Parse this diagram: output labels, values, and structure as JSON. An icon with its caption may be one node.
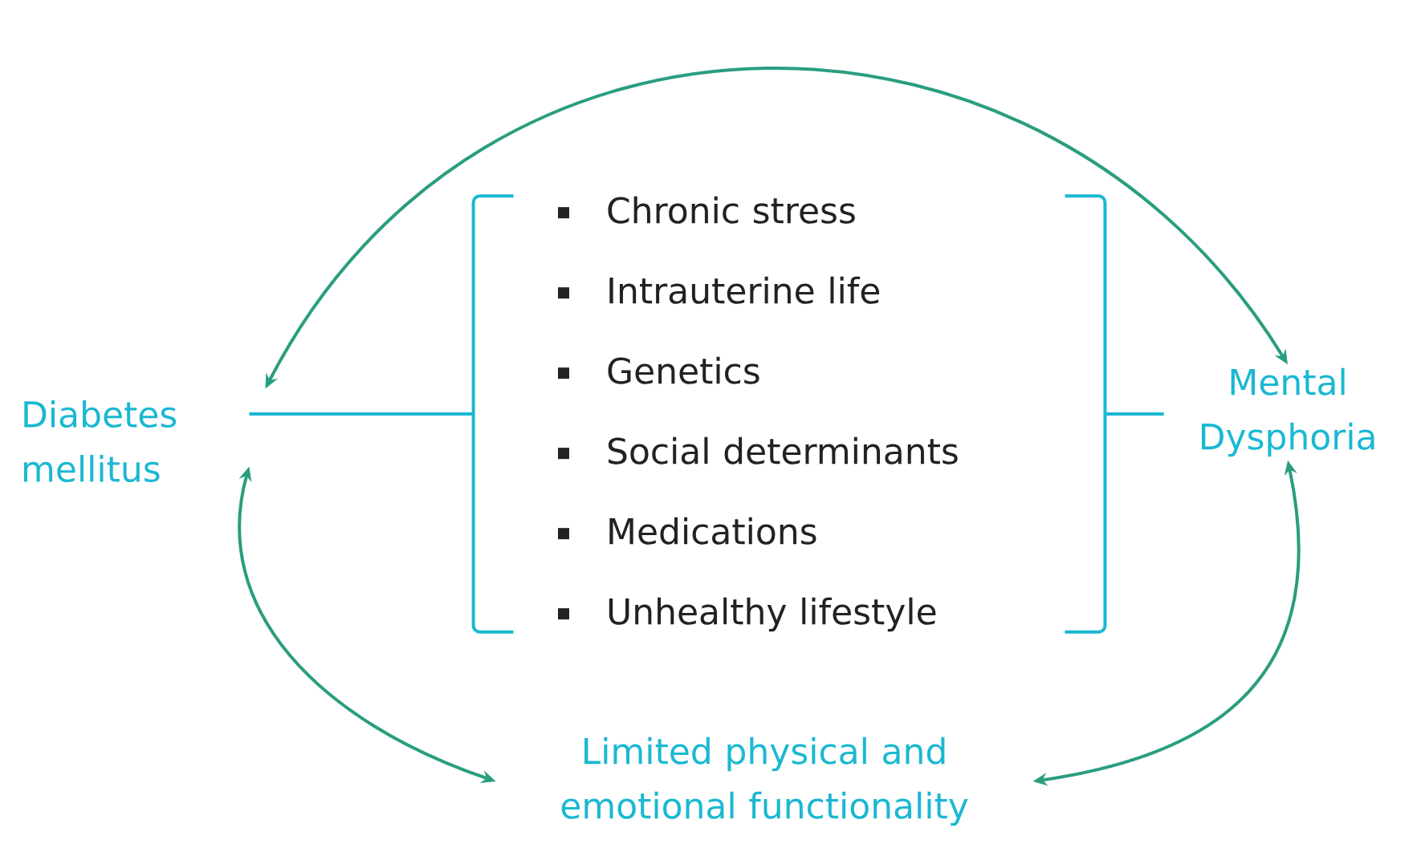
{
  "diagram": {
    "nodes": [
      {
        "text": [
          "Diabetes mellitus"
        ]
      },
      {
        "text": [
          "Mental Dysphoria"
        ]
      },
      {
        "text": [
          "Limited physical and emotional functionality"
        ]
      },
      {
        "text": [
          "Chronic stress",
          "Intrauterine life",
          "Genetics",
          "Social determinants",
          "Medications",
          "Unhealthy lifestyle"
        ]
      }
    ],
    "edges": [
      {
        "from": 0,
        "to": 1,
        "arrow": "both"
      },
      {
        "from": 0,
        "to": 2,
        "arrow": "both"
      },
      {
        "from": 2,
        "to": 1,
        "arrow": "both"
      },
      {
        "from": 3,
        "to": 0,
        "arrow": "none",
        "color": "#1ab8d2"
      },
      {
        "from": 3,
        "to": 1,
        "arrow": "none",
        "color": "#1ab8d2"
      }
    ]
  }
}
